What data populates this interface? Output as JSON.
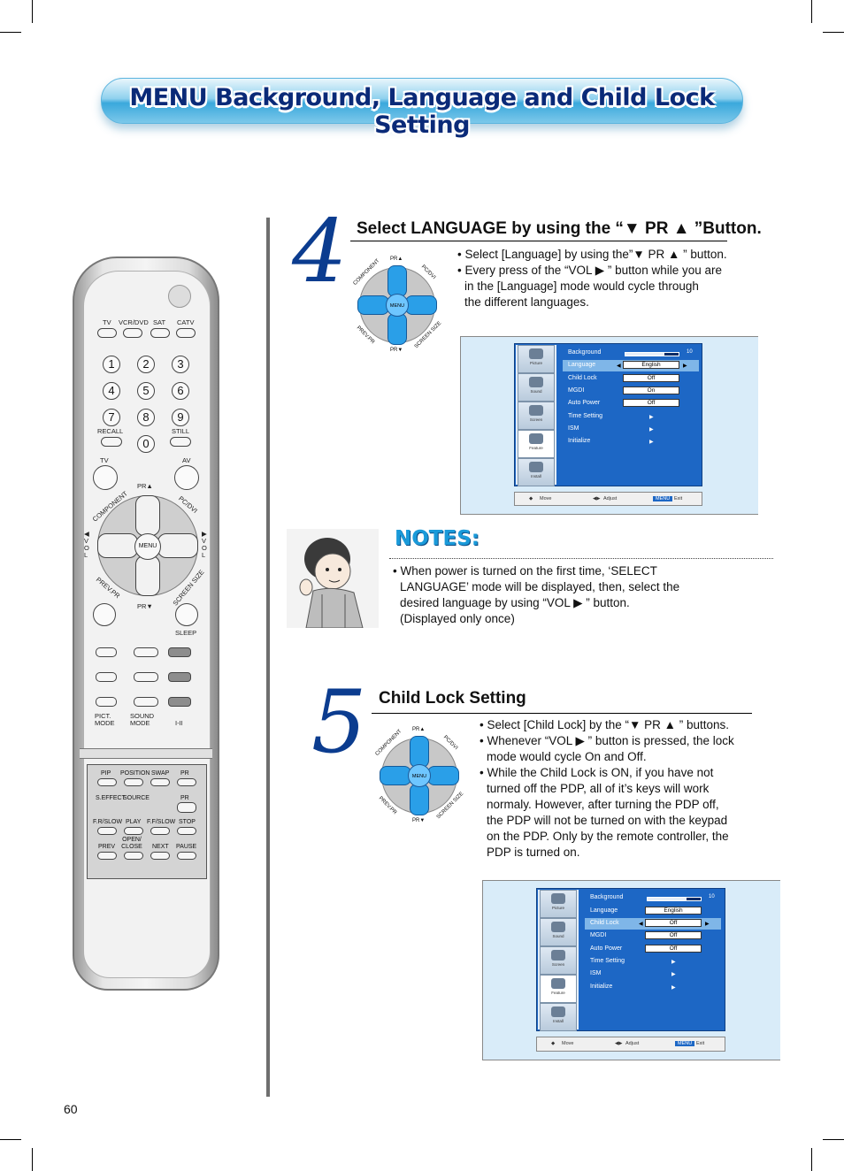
{
  "title": "MENU Background, Language and Child Lock Setting",
  "page_number": "60",
  "step4": {
    "number": "4",
    "heading": "Select LANGUAGE by using the “▼ PR ▲ ”Button.",
    "bullets": [
      "• Select [Language] by using the”▼ PR ▲ ” button.",
      "• Every press of the “VOL ▶ ” button while you are",
      "in the [Language] mode would cycle through",
      "the different languages."
    ]
  },
  "step5": {
    "number": "5",
    "heading": "Child Lock Setting",
    "bullets": [
      "• Select [Child Lock] by the “▼ PR ▲ ” buttons.",
      "• Whenever “VOL ▶ ” button is pressed, the lock",
      "mode would cycle On and Off.",
      "• While the Child Lock is ON, if you have not",
      "turned off the PDP, all of it’s keys will work",
      "normaly. However, after turning the PDP off,",
      "the PDP will not be turned on with the keypad",
      "on the PDP. Only by the remote controller, the",
      "PDP is turned on."
    ]
  },
  "notes": {
    "title": "NOTES:",
    "lines": [
      "• When power is turned on the first time, ‘SELECT",
      "LANGUAGE’ mode will be displayed, then, select the",
      "desired language by using “VOL ▶ ” button.",
      "(Displayed only once)"
    ]
  },
  "dpad_labels": {
    "pr_up": "PR▲",
    "pr_down": "PR▼",
    "component": "COMPONENT",
    "pcdvi": "PC/DVI",
    "vol_left": "◀ V O L",
    "vol_right": "▶ V O L",
    "prevpr": "PREV.PR",
    "screensize": "SCREEN SIZE",
    "menu": "MENU"
  },
  "osd": {
    "icons": [
      "Picture",
      "Sound",
      "Screen",
      "Feature",
      "Install"
    ],
    "rows": [
      {
        "label": "Background",
        "value": "10"
      },
      {
        "label": "Language",
        "value": "English"
      },
      {
        "label": "Child Lock",
        "value": "Off"
      },
      {
        "label": "MGDI",
        "value": "On"
      },
      {
        "label": "Auto Power",
        "value": "Off"
      },
      {
        "label": "Time Setting",
        "value": ""
      },
      {
        "label": "ISM",
        "value": ""
      },
      {
        "label": "Initialize",
        "value": ""
      }
    ],
    "screen2_mgdi": "Off",
    "background_level": 0.75,
    "footer": {
      "move": "Move",
      "adjust": "Adjust",
      "menu": "MENU",
      "exit": "Exit"
    }
  },
  "remote": {
    "source_labels": [
      "TV",
      "VCR/DVD",
      "SAT",
      "CATV"
    ],
    "digits": [
      "1",
      "2",
      "3",
      "4",
      "5",
      "6",
      "7",
      "8",
      "9",
      "0"
    ],
    "recall": "RECALL",
    "still": "STILL",
    "tv": "TV",
    "av": "AV",
    "sleep": "SLEEP",
    "pict_mode": "PICT. MODE",
    "sound_mode": "SOUND MODE",
    "i_ii": "I-II",
    "panel": [
      "PIP",
      "POSITION",
      "SWAP",
      "PR",
      "S.EFFECT",
      "SOURCE",
      "PR",
      "F.R/SLOW",
      "PLAY",
      "F.F/SLOW",
      "STOP",
      "PREV",
      "OPEN/ CLOSE",
      "NEXT",
      "PAUSE"
    ]
  }
}
